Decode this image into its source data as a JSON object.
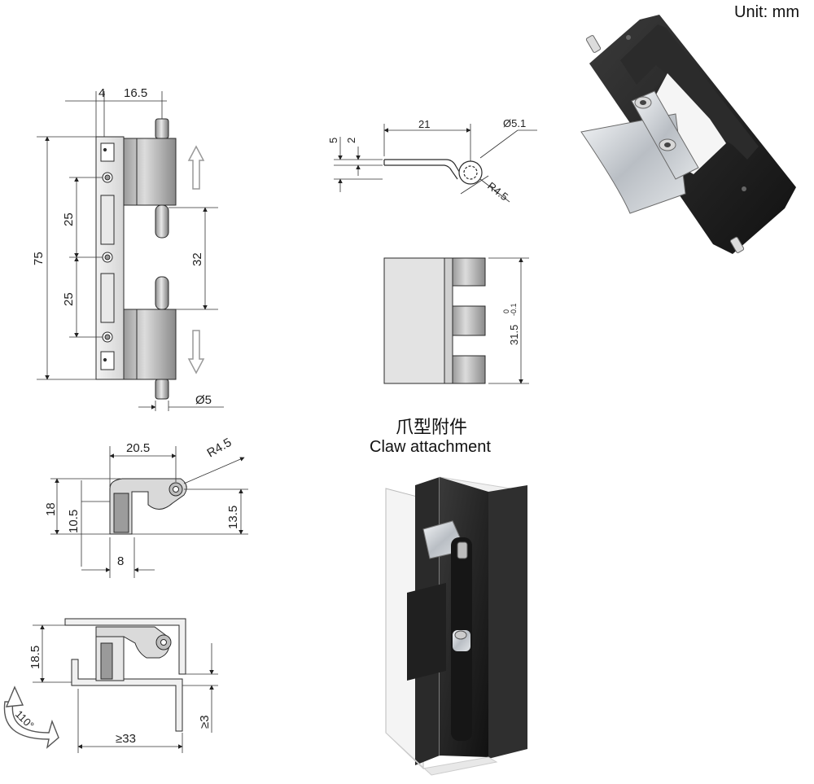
{
  "unit_label": "Unit: mm",
  "caption": {
    "cn": "爪型附件",
    "en": "Claw attachment"
  },
  "front_view": {
    "dims": {
      "d4": "4",
      "d16_5": "16.5",
      "d75": "75",
      "d25_top": "25",
      "d25_bottom": "25",
      "d32": "32",
      "phi5": "Ø5"
    }
  },
  "side_view": {
    "dims": {
      "d20_5": "20.5",
      "r4_5": "R4.5",
      "d18": "18",
      "d10_5": "10.5",
      "d13_5": "13.5",
      "d8": "8"
    }
  },
  "install_view": {
    "dims": {
      "d18_5": "18.5",
      "ge3": "≥3",
      "ge33": "≥33",
      "angle": "110°"
    }
  },
  "claw_view": {
    "dims": {
      "d21": "21",
      "phi5_1": "Ø5.1",
      "d5": "5",
      "d2": "2",
      "r4_5": "R4.5",
      "d31_5": "31.5",
      "tol_upper": "0",
      "tol_lower": "-0.1"
    }
  },
  "colors": {
    "line": "#2a2a2a",
    "metal_light": "#e6e6e6",
    "metal_mid": "#b8b8b8",
    "metal_dark": "#7a7a7a",
    "black_part": "#1c1c1c",
    "arrow": "#9a9a9a"
  }
}
